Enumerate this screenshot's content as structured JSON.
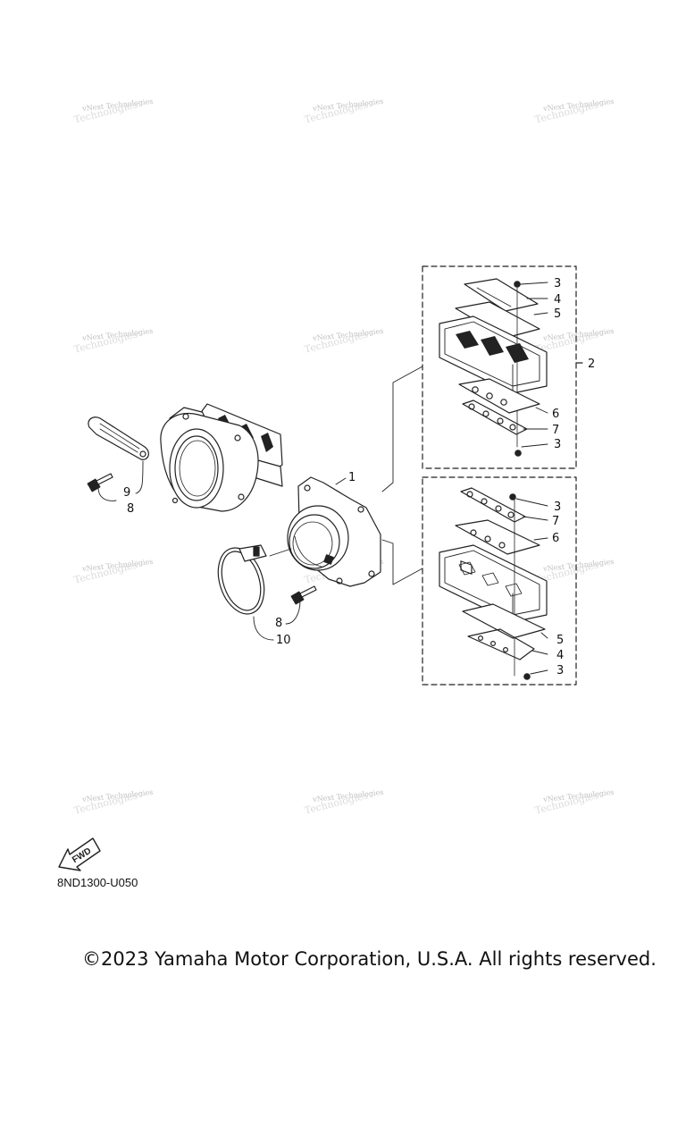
{
  "watermark": {
    "line1": "vNext Technologies",
    "line2": "Technologies"
  },
  "labels": {
    "upper_3a": "3",
    "upper_4": "4",
    "upper_5": "5",
    "upper_2": "2",
    "upper_6": "6",
    "upper_7": "7",
    "upper_3b": "3",
    "main_1": "1",
    "main_9": "9",
    "main_8a": "8",
    "main_8b": "8",
    "main_10": "10",
    "lower_3a": "3",
    "lower_7": "7",
    "lower_6": "6",
    "lower_5": "5",
    "lower_4": "4",
    "lower_3b": "3"
  },
  "fwd_badge": "FWD",
  "figure_code": "8ND1300-U050",
  "copyright": "©2023 Yamaha Motor Corporation, U.S.A. All rights reserved."
}
